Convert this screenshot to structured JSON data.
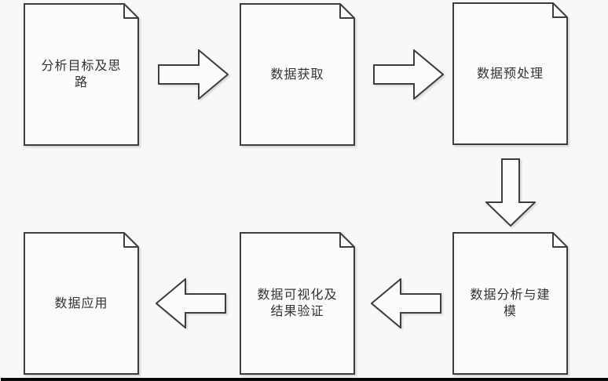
{
  "colors": {
    "canvas_bg": "#f8f8f8",
    "shape_fill": "#fcfcfc",
    "shape_stroke": "#3e3e3e",
    "text_color": "#333333",
    "bottom_bar": "#070707"
  },
  "diagram": {
    "type": "flowchart",
    "nodes": [
      {
        "label": "分析目标及思路"
      },
      {
        "label": "数据获取"
      },
      {
        "label": "数据预处理"
      },
      {
        "label": "数据分析与建模"
      },
      {
        "label": "数据可视化及结果验证"
      },
      {
        "label": "数据应用"
      }
    ],
    "flow": [
      {
        "from": "分析目标及思路",
        "to": "数据获取",
        "direction": "right"
      },
      {
        "from": "数据获取",
        "to": "数据预处理",
        "direction": "right"
      },
      {
        "from": "数据预处理",
        "to": "数据分析与建模",
        "direction": "down"
      },
      {
        "from": "数据分析与建模",
        "to": "数据可视化及结果验证",
        "direction": "left"
      },
      {
        "from": "数据可视化及结果验证",
        "to": "数据应用",
        "direction": "left"
      }
    ]
  }
}
